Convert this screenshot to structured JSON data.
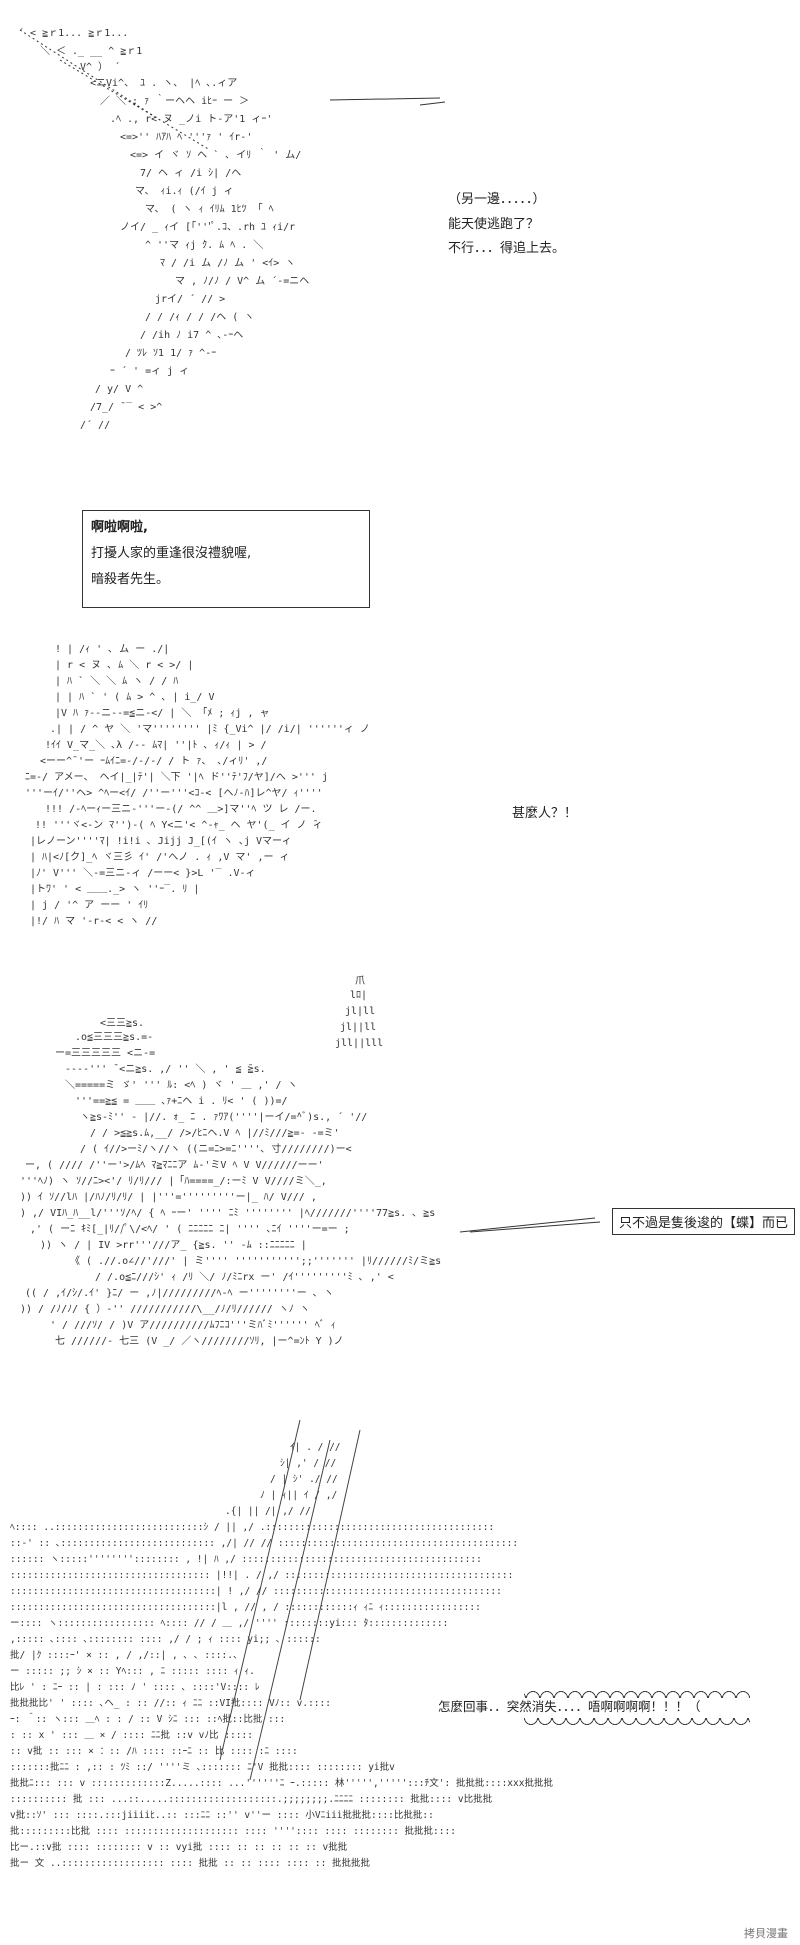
{
  "panel1": {
    "captions": [
      "（另一邊．．．．．）",
      "能天使逃跑了？",
      "不行．．．得追上去。"
    ]
  },
  "panel2": {
    "dialog": [
      "啊啦啊啦,",
      "打擾人家的重逢很沒禮貌喔,",
      "暗殺者先生。"
    ]
  },
  "panel3": {
    "caption": "甚麼人？！"
  },
  "panel4": {
    "tag": "只不過是隻後逡的【蝶】而已"
  },
  "panel5": {
    "shout": "怎麼回事．．突然消失．．．．唔啊啊啊啊！！！（"
  },
  "watermark": "拷貝漫畫"
}
